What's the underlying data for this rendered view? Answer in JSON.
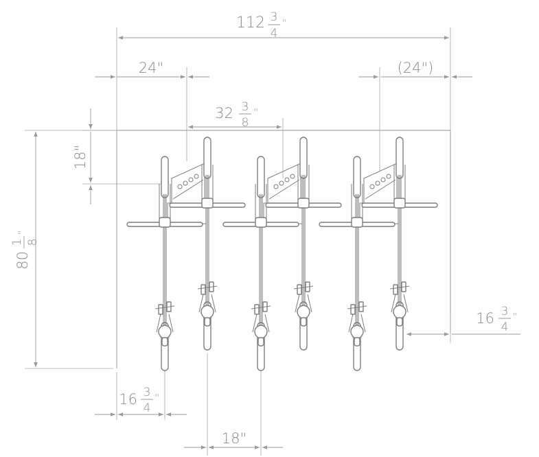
{
  "dimensions": {
    "total_width": {
      "whole": "112",
      "num": "3",
      "den": "4",
      "unit": "\""
    },
    "left_spacing": {
      "label": "24\""
    },
    "right_spacing": {
      "label": "(24\")"
    },
    "rack_spacing": {
      "whole": "32",
      "num": "3",
      "den": "8",
      "unit": "\""
    },
    "top_offset": {
      "label": "18\""
    },
    "total_height": {
      "whole": "80",
      "num": "1",
      "den": "8",
      "unit": "\""
    },
    "right_offset": {
      "whole": "16",
      "num": "3",
      "den": "4",
      "unit": "\""
    },
    "left_offset": {
      "whole": "16",
      "num": "3",
      "den": "4",
      "unit": "\""
    },
    "bike_offset": {
      "label": "18\""
    }
  },
  "colors": {
    "line": "#9a9a9a",
    "bike": "#7d7d7d",
    "text": "#8a8a8a"
  }
}
